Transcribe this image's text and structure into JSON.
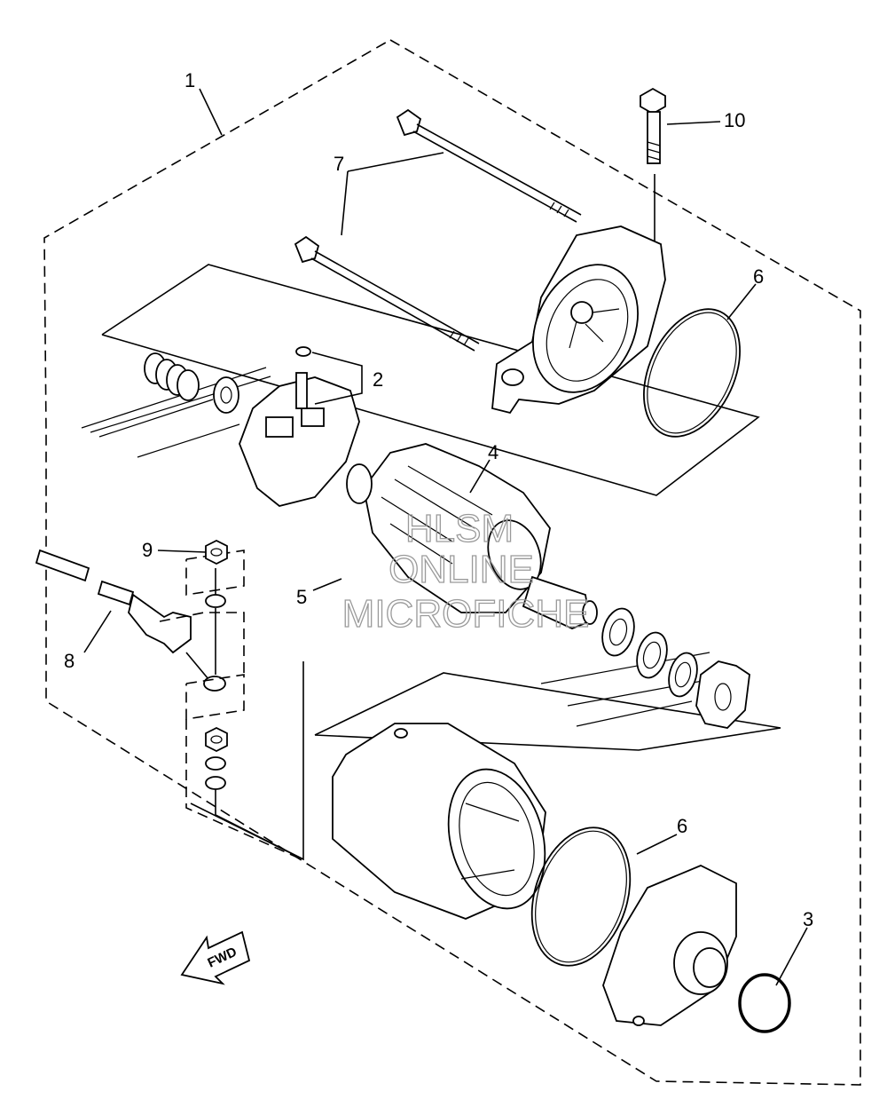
{
  "callouts": {
    "c1": "1",
    "c2": "2",
    "c3": "3",
    "c4": "4",
    "c5": "5",
    "c6a": "6",
    "c6b": "6",
    "c7": "7",
    "c8": "8",
    "c9": "9",
    "c10": "10"
  },
  "watermark": {
    "line1": "HLSM",
    "line2": "ONLINE",
    "line3": "MICROFICHE"
  },
  "fwd_label": "FWD"
}
